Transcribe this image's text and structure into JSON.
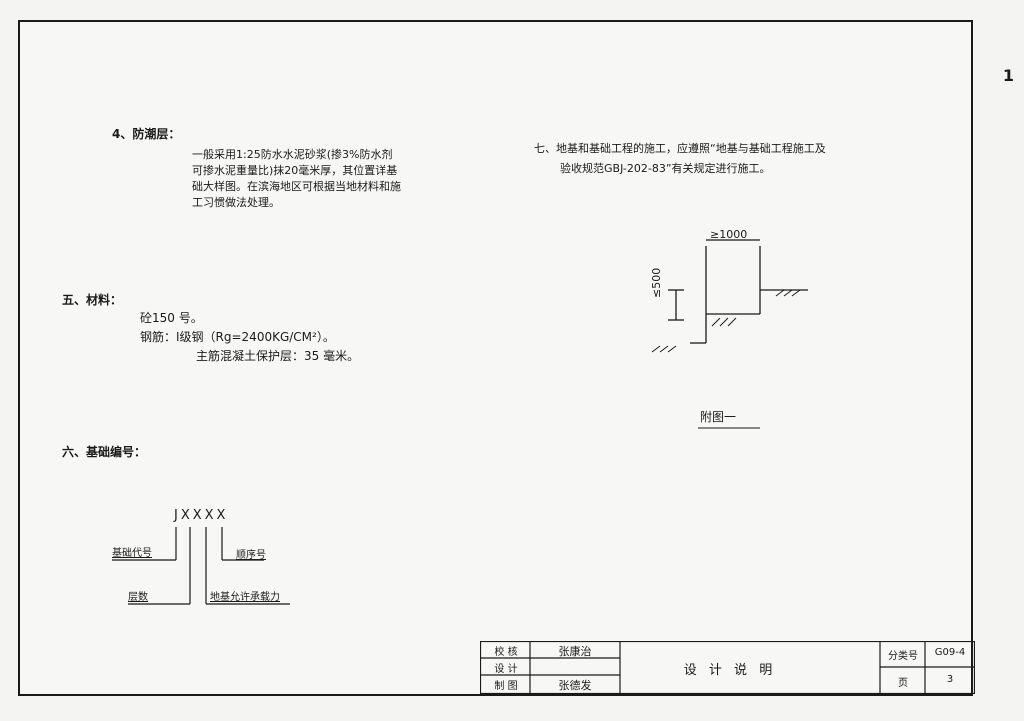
{
  "page_mark": "1",
  "section4": {
    "heading": "4、防潮层：",
    "paragraph": "一般采用1:25防水水泥砂浆(掺3%防水剂\n可掺水泥重量比)抹20毫米厚，其位置详基\n础大样图。在滨海地区可根据当地材料和施\n工习惯做法处理。"
  },
  "section5": {
    "heading": "五、材料：",
    "line1": "砼150 号。",
    "line2": "钢筋：I级钢（Rg=2400KG/CM²）。",
    "line3": "主筋混凝土保护层：35 毫米。"
  },
  "section6": {
    "heading": "六、基础编号：",
    "code": "JXXXX",
    "label_code": "基础代号",
    "label_serial": "顺序号",
    "label_floors": "层数",
    "label_bearing": "地基允许承载力"
  },
  "section7": {
    "line1": "七、地基和基础工程的施工，应遵照“地基与基础工程施工及",
    "line2": "验收规范GBJ-202-83”有关规定进行施工。"
  },
  "figure": {
    "dim_h": "≥1000",
    "dim_v": "≤500",
    "caption": "附图一"
  },
  "title_block": {
    "role1": "校 核",
    "role2": "设 计",
    "role3": "制 图",
    "sign1": "张康治",
    "sign3": "张德发",
    "title": "设 计 说 明",
    "class_label": "分类号",
    "class_value": "G09-4",
    "page_label": "页",
    "page_value": "3"
  }
}
